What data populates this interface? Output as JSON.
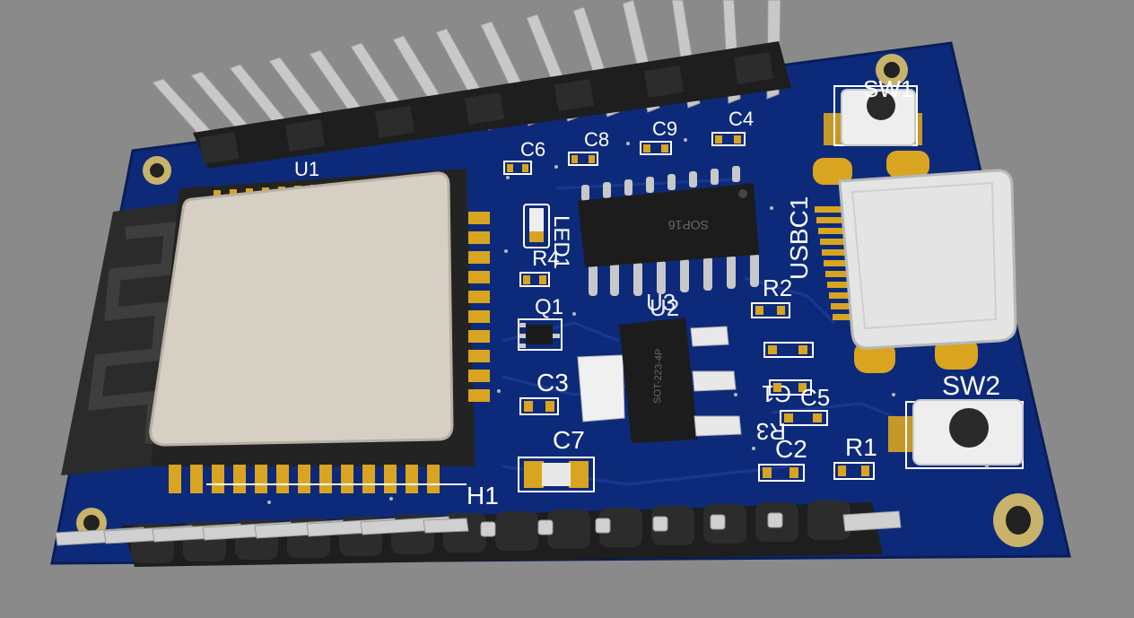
{
  "scene": {
    "background_color": "#8a8a8a",
    "board_color": "#0d2a7a",
    "silkscreen_color": "#ffffff",
    "pad_color": "#d9a520",
    "header_color": "#1e1e1e",
    "pin_color": "#c8c8c8"
  },
  "labels": {
    "u1": "U1",
    "c6": "C6",
    "c8": "C8",
    "c9": "C9",
    "c4": "C4",
    "sw1": "SW1",
    "led1": "LED1",
    "r4": "R4",
    "q1": "Q1",
    "u2": "U2",
    "u3": "U3",
    "r2": "R2",
    "usbc1": "USBC1",
    "c3": "C3",
    "c7": "C7",
    "c1": "C1",
    "r3": "R3",
    "c5": "C5",
    "c2": "C2",
    "r1": "R1",
    "sw2": "SW2",
    "h1": "H1"
  },
  "package_text": {
    "sop16": "SOP16",
    "sot223": "SOT-223-4P"
  }
}
